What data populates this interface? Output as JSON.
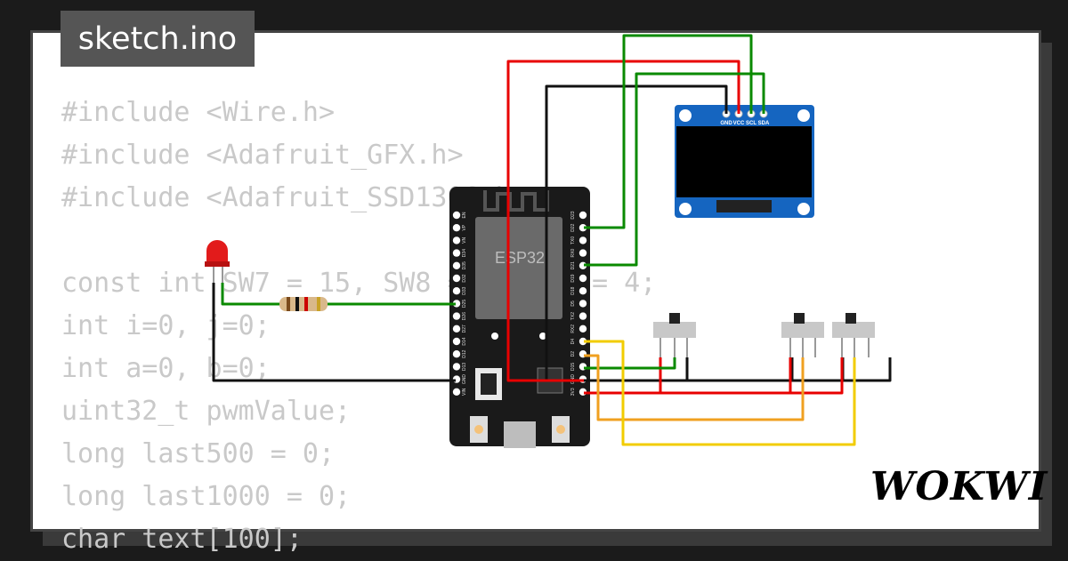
{
  "app": {
    "filename": "sketch.ino",
    "logo_text": "WOKWI"
  },
  "code_lines": [
    "#include <Wire.h>",
    "#include <Adafruit_GFX.h>",
    "#include <Adafruit_SSD1306.h>",
    "",
    "const int SW7 = 15, SW8 = 2, SW9 = 4;",
    "int i=0, j=0;",
    "int a=0, b=0;",
    "uint32_t pwmValue;",
    "long last500 = 0;",
    "long last1000 = 0;",
    "char text[100];"
  ],
  "board": {
    "module_label": "ESP32",
    "pins_left": [
      "EN",
      "VP",
      "VN",
      "D34",
      "D35",
      "D32",
      "D33",
      "D25",
      "D26",
      "D27",
      "D14",
      "D12",
      "D13",
      "GND",
      "VIN"
    ],
    "pins_right": [
      "D23",
      "D22",
      "TX0",
      "RX0",
      "D21",
      "D19",
      "D18",
      "D5",
      "TX2",
      "RX2",
      "D4",
      "D2",
      "D15",
      "GND",
      "3V3"
    ]
  },
  "oled": {
    "pin_labels": [
      "GND",
      "VCC",
      "SCL",
      "SDA"
    ]
  },
  "colors": {
    "wire_red": "#e80000",
    "wire_green": "#0a8a00",
    "wire_black": "#111111",
    "wire_orange": "#f0a020",
    "wire_yellow": "#f2cc00",
    "board": "#1a1a1a",
    "oled_pcb": "#1565c0",
    "title_tab": "#555555",
    "code_text": "#c9c9c9"
  }
}
